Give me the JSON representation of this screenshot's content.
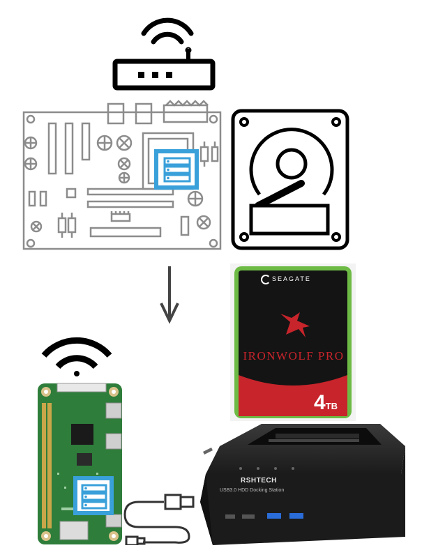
{
  "drive": {
    "brand": "SEAGATE",
    "product": "IRONWOLF PRO",
    "capacity_number": "4",
    "capacity_unit": "TB"
  },
  "dock": {
    "brand": "RSHTECH",
    "subtitle": "USB3.0 HDD Docking Station"
  },
  "colors": {
    "accent_blue": "#3aa0da",
    "outline_gray": "#8c8c8c",
    "ironwolf_red": "#c8242b",
    "seagate_green": "#6dbb45",
    "pcb_green": "#2e7d3a",
    "dock_black": "#1b1b1b"
  },
  "icons": [
    "wifi-icon",
    "router-icon",
    "motherboard-icon",
    "hard-drive-icon",
    "down-arrow-icon",
    "server-icon",
    "usb-cable-icon",
    "wolf-logo-icon"
  ]
}
